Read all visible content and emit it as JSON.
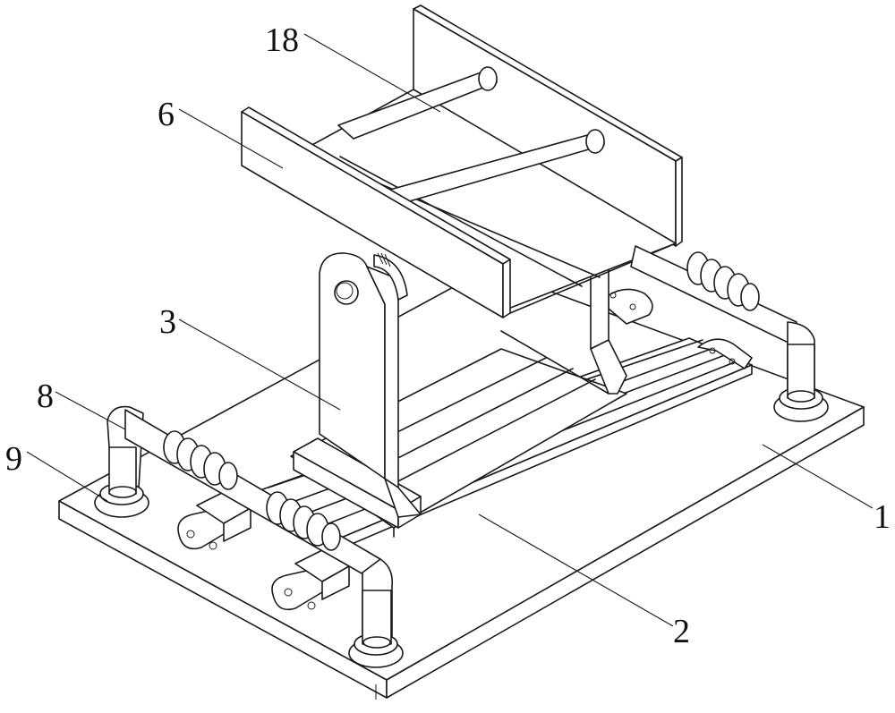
{
  "figure": {
    "background": "#ffffff",
    "line_color": "#1a1a1a",
    "labels": [
      {
        "id": "1",
        "text": "1"
      },
      {
        "id": "2",
        "text": "2"
      },
      {
        "id": "3",
        "text": "3"
      },
      {
        "id": "6",
        "text": "6"
      },
      {
        "id": "8",
        "text": "8"
      },
      {
        "id": "9",
        "text": "9"
      },
      {
        "id": "18",
        "text": "18"
      }
    ]
  }
}
